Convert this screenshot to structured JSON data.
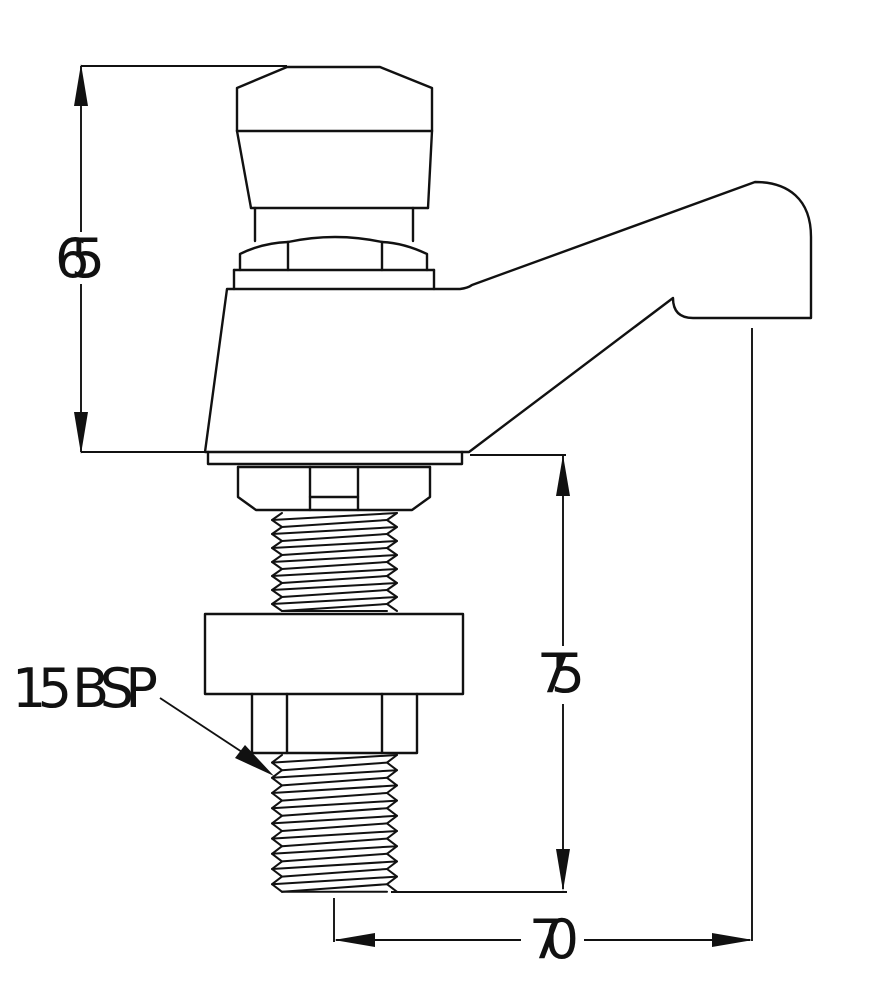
{
  "colors": {
    "line": "#111111",
    "background": "#ffffff"
  },
  "labels": {
    "dim_head_height": "65",
    "dim_inlet_height": "75",
    "dim_spout_reach": "70",
    "thread_spec": "15 BSP"
  }
}
